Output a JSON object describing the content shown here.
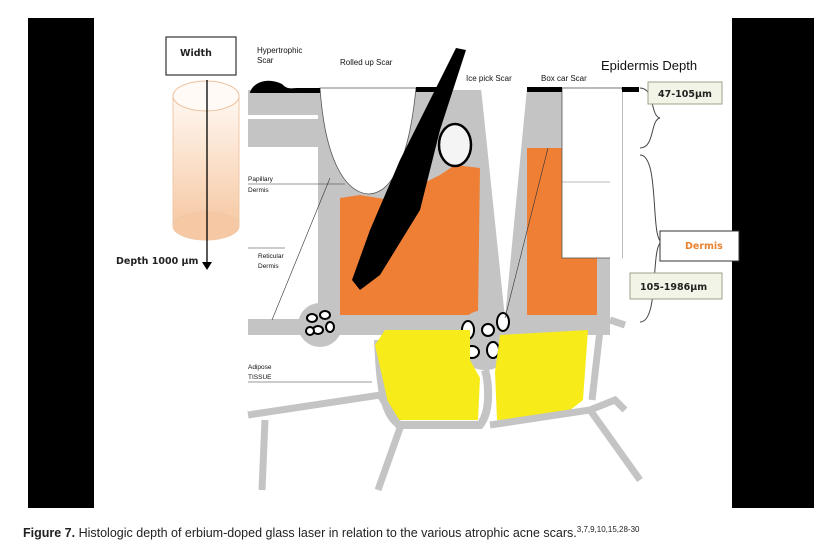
{
  "figure": {
    "labels": {
      "width": "Width",
      "depth": "Depth  1000 µm",
      "hypertrophic_1": "Hypertrophic",
      "hypertrophic_2": "Scar",
      "rolled_up": "Rolled up Scar",
      "ice_pick": "Ice pick  Scar",
      "box_car": "Box car Scar",
      "epidermis_depth": "Epidermis Depth",
      "epidermis_range": "47-105µm",
      "dermis": "Dermis",
      "dermis_range": "105-1986µm",
      "papillary_1": "Papillary",
      "papillary_2": "Dermis",
      "reticular_1": "Reticular",
      "reticular_2": "Dermis",
      "adipose_1": "Adipose",
      "adipose_2": "TISSUE"
    },
    "colors": {
      "dermis_orange": "#ee7f35",
      "fat_yellow": "#f7ec1a",
      "tissue_gray": "#c4c4c4",
      "dermis_label": "#e8822e"
    }
  },
  "caption": {
    "label": "Figure 7.",
    "text": "Histologic depth of erbium-doped glass laser in relation to the various atrophic acne scars.",
    "refs": "3,7,9,10,15,28-30"
  }
}
